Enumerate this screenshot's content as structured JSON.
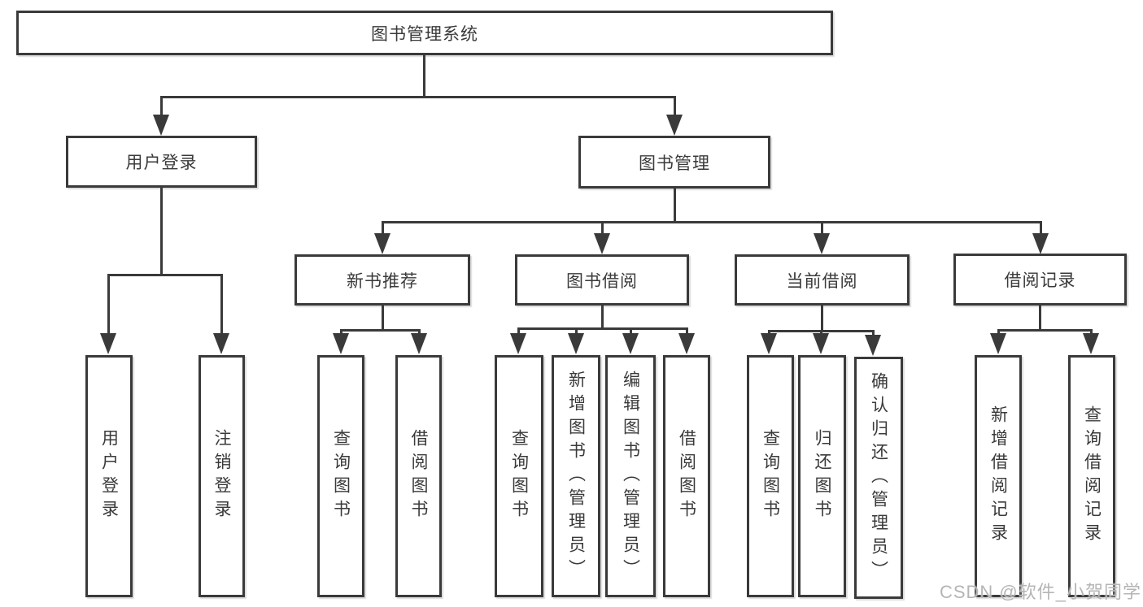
{
  "title": "图书管理系统",
  "watermark": "CSDN @软件_小贺同学",
  "colors": {
    "line": "#3a3a3a",
    "text": "#3a3a3a",
    "background": "#ffffff",
    "watermark": "#b5b5b5"
  },
  "nodes": {
    "root": {
      "label": "图书管理系统"
    },
    "user_login": {
      "label": "用户登录"
    },
    "book_mgmt": {
      "label": "图书管理"
    },
    "new_book_rec": {
      "label": "新书推荐"
    },
    "book_borrow": {
      "label": "图书借阅"
    },
    "current_borrow": {
      "label": "当前借阅"
    },
    "borrow_record": {
      "label": "借阅记录"
    },
    "ul_user_login": {
      "label": "用户登录"
    },
    "ul_logout": {
      "label": "注销登录"
    },
    "nbr_query": {
      "label": "查询图书"
    },
    "nbr_borrow": {
      "label": "借阅图书"
    },
    "bb_query": {
      "label": "查询图书"
    },
    "bb_add": {
      "label": "新增图书（管理员）"
    },
    "bb_edit": {
      "label": "编辑图书（管理员）"
    },
    "bb_borrow": {
      "label": "借阅图书"
    },
    "cb_query": {
      "label": "查询图书"
    },
    "cb_return": {
      "label": "归还图书"
    },
    "cb_confirm": {
      "label": "确认归还（管理员）"
    },
    "br_add": {
      "label": "新增借阅记录"
    },
    "br_query": {
      "label": "查询借阅记录"
    }
  },
  "edges": [
    [
      "root",
      "user_login"
    ],
    [
      "root",
      "book_mgmt"
    ],
    [
      "user_login",
      "ul_user_login"
    ],
    [
      "user_login",
      "ul_logout"
    ],
    [
      "book_mgmt",
      "new_book_rec"
    ],
    [
      "book_mgmt",
      "book_borrow"
    ],
    [
      "book_mgmt",
      "current_borrow"
    ],
    [
      "book_mgmt",
      "borrow_record"
    ],
    [
      "new_book_rec",
      "nbr_query"
    ],
    [
      "new_book_rec",
      "nbr_borrow"
    ],
    [
      "book_borrow",
      "bb_query"
    ],
    [
      "book_borrow",
      "bb_add"
    ],
    [
      "book_borrow",
      "bb_edit"
    ],
    [
      "book_borrow",
      "bb_borrow"
    ],
    [
      "current_borrow",
      "cb_query"
    ],
    [
      "current_borrow",
      "cb_return"
    ],
    [
      "current_borrow",
      "cb_confirm"
    ],
    [
      "borrow_record",
      "br_add"
    ],
    [
      "borrow_record",
      "br_query"
    ]
  ]
}
